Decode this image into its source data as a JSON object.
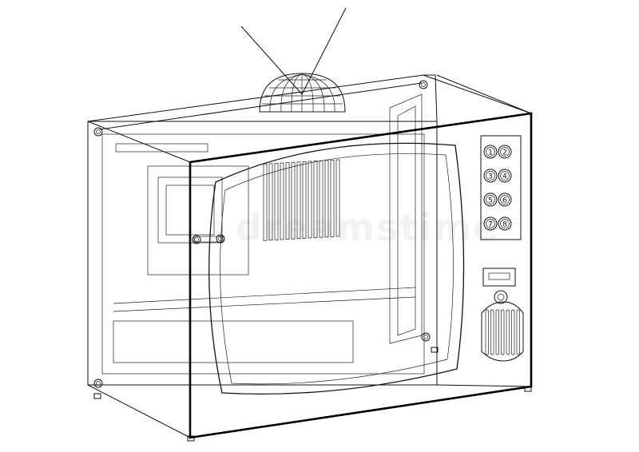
{
  "watermark": {
    "text": "dreamstime"
  },
  "drawing": {
    "subject": "tv-wireframe",
    "stroke_color": "#111111",
    "background_color": "#ffffff",
    "panel_knobs": [
      {
        "row": 1,
        "left": "1",
        "right": "2"
      },
      {
        "row": 2,
        "left": "3",
        "right": "4"
      },
      {
        "row": 3,
        "left": "5",
        "right": "6"
      },
      {
        "row": 4,
        "left": "7",
        "right": "8"
      }
    ]
  }
}
